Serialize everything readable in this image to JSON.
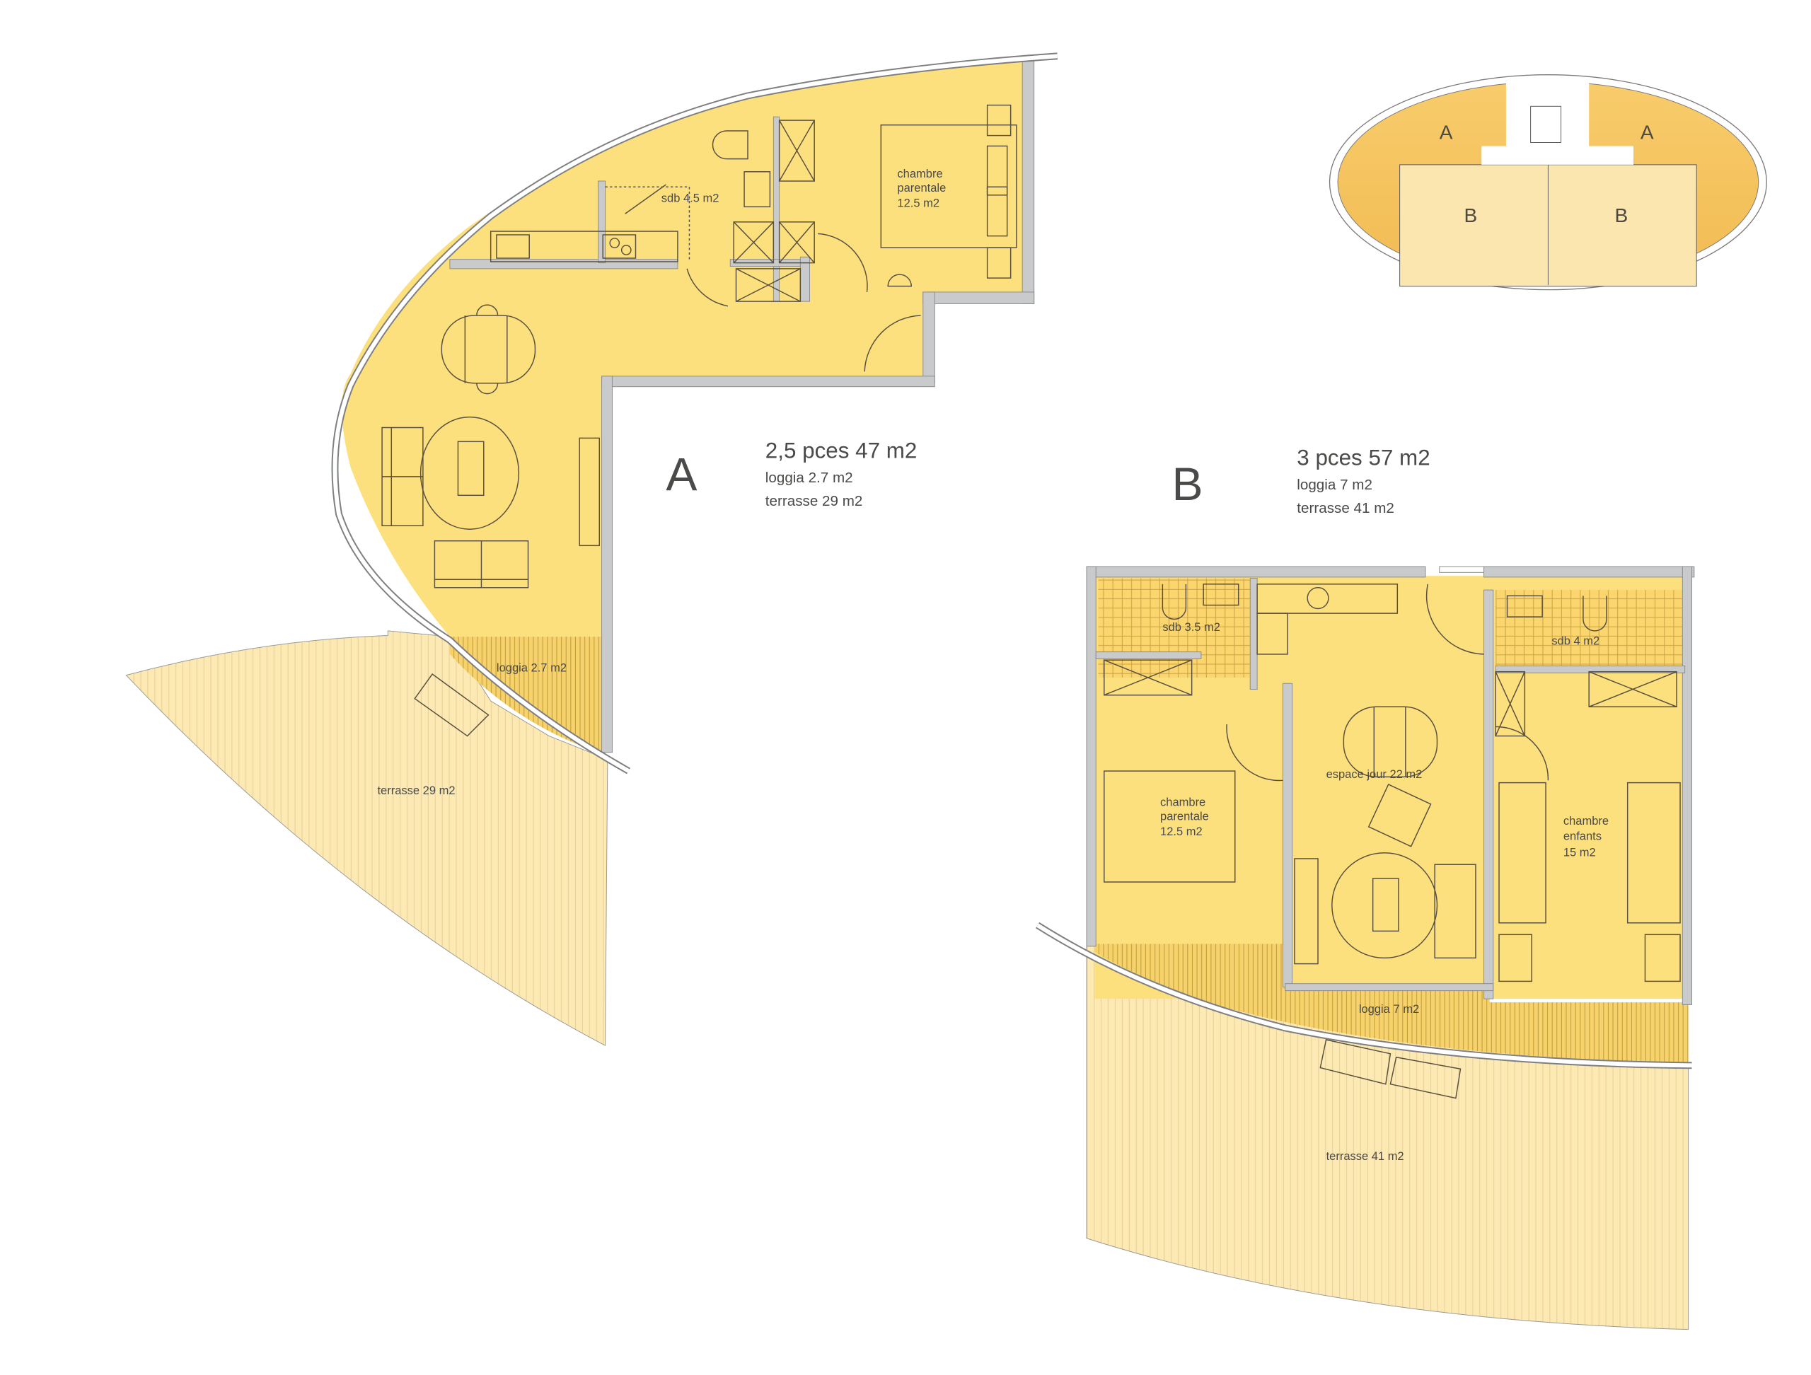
{
  "colors": {
    "room_fill": "#fde07e",
    "loggia_fill": "#f7d26a",
    "terrace_fill": "#fde9b3",
    "wall": "#c8cacc",
    "key_a": "#f6c45f",
    "key_b": "#fbe6b0",
    "text": "#4a4a48"
  },
  "key_plan": {
    "labels": [
      "A",
      "A",
      "B",
      "B"
    ]
  },
  "unit_a": {
    "letter": "A",
    "title": "2,5 pces  47 m2",
    "loggia": "loggia 2.7 m2",
    "terrace": "terrasse 29 m2",
    "rooms": {
      "sdb": "sdb 4.5 m2",
      "bedroom_line1": "chambre",
      "bedroom_line2": "parentale",
      "bedroom_line3": "12.5 m2",
      "loggia": "loggia 2.7 m2",
      "terrace": "terrasse 29 m2"
    }
  },
  "unit_b": {
    "letter": "B",
    "title": "3 pces  57 m2",
    "loggia": "loggia 7 m2",
    "terrace": "terrasse 41 m2",
    "rooms": {
      "sdb1": "sdb 3.5 m2",
      "sdb2": "sdb 4 m2",
      "living": "espace jour  22 m2",
      "bedroom1_line1": "chambre",
      "bedroom1_line2": "parentale",
      "bedroom1_line3": "12.5 m2",
      "bedroom2_line1": "chambre",
      "bedroom2_line2": "enfants",
      "bedroom2_line3": "15 m2",
      "loggia": "loggia 7 m2",
      "terrace": "terrasse 41 m2"
    }
  }
}
